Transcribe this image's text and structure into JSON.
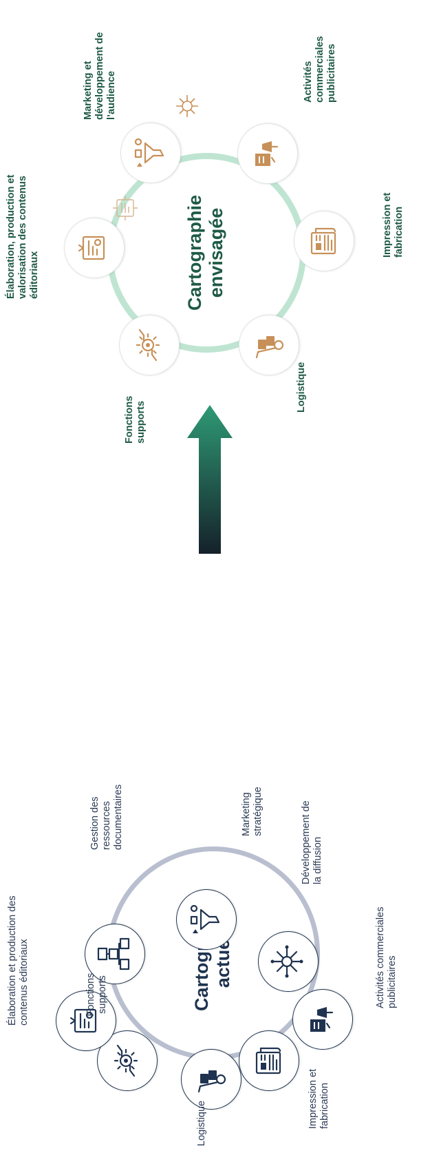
{
  "current": {
    "title": "Cartographie actuelle",
    "title_lines": [
      "Cartographie",
      "actuelle"
    ],
    "ring_color": "#b9bfcf",
    "icon_color": "#1f3350",
    "nodes": [
      {
        "label": "Fonctions supports",
        "icon": "gear-hands-icon"
      },
      {
        "label": "Élaboration et production des contenus éditoriaux",
        "icon": "editorial-document-icon"
      },
      {
        "label": "Gestion des ressources documentaires",
        "icon": "document-network-icon"
      },
      {
        "label": "Marketing stratégique",
        "icon": "marketing-funnel-icon"
      },
      {
        "label": "Développement de la diffusion",
        "icon": "network-hub-icon"
      },
      {
        "label": "Activités commerciales publicitaires",
        "icon": "advertising-icon"
      },
      {
        "label": "Impression et fabrication",
        "icon": "newspaper-icon"
      },
      {
        "label": "Logistique",
        "icon": "hand-truck-icon"
      }
    ]
  },
  "arrow": {
    "color_top": "#2e9a74",
    "color_bottom": "#15212a"
  },
  "future": {
    "title": "Cartographie envisagée",
    "title_lines": [
      "Cartographie",
      "envisagée"
    ],
    "ring_color": "#bfe5d2",
    "icon_color": "#c79058",
    "nodes": [
      {
        "label": "Fonctions supports",
        "icon": "gear-hands-icon"
      },
      {
        "label": "Élaboration, production et valorisation des contenus éditoriaux",
        "icon": "editorial-document-icon"
      },
      {
        "label": "Marketing et développement de l’audience",
        "icon": "marketing-funnel-icon"
      },
      {
        "label": "Activités commerciales publicitaires",
        "icon": "advertising-icon"
      },
      {
        "label": "Impression et fabrication",
        "icon": "newspaper-icon"
      },
      {
        "label": "Logistique",
        "icon": "hand-truck-icon"
      }
    ]
  }
}
